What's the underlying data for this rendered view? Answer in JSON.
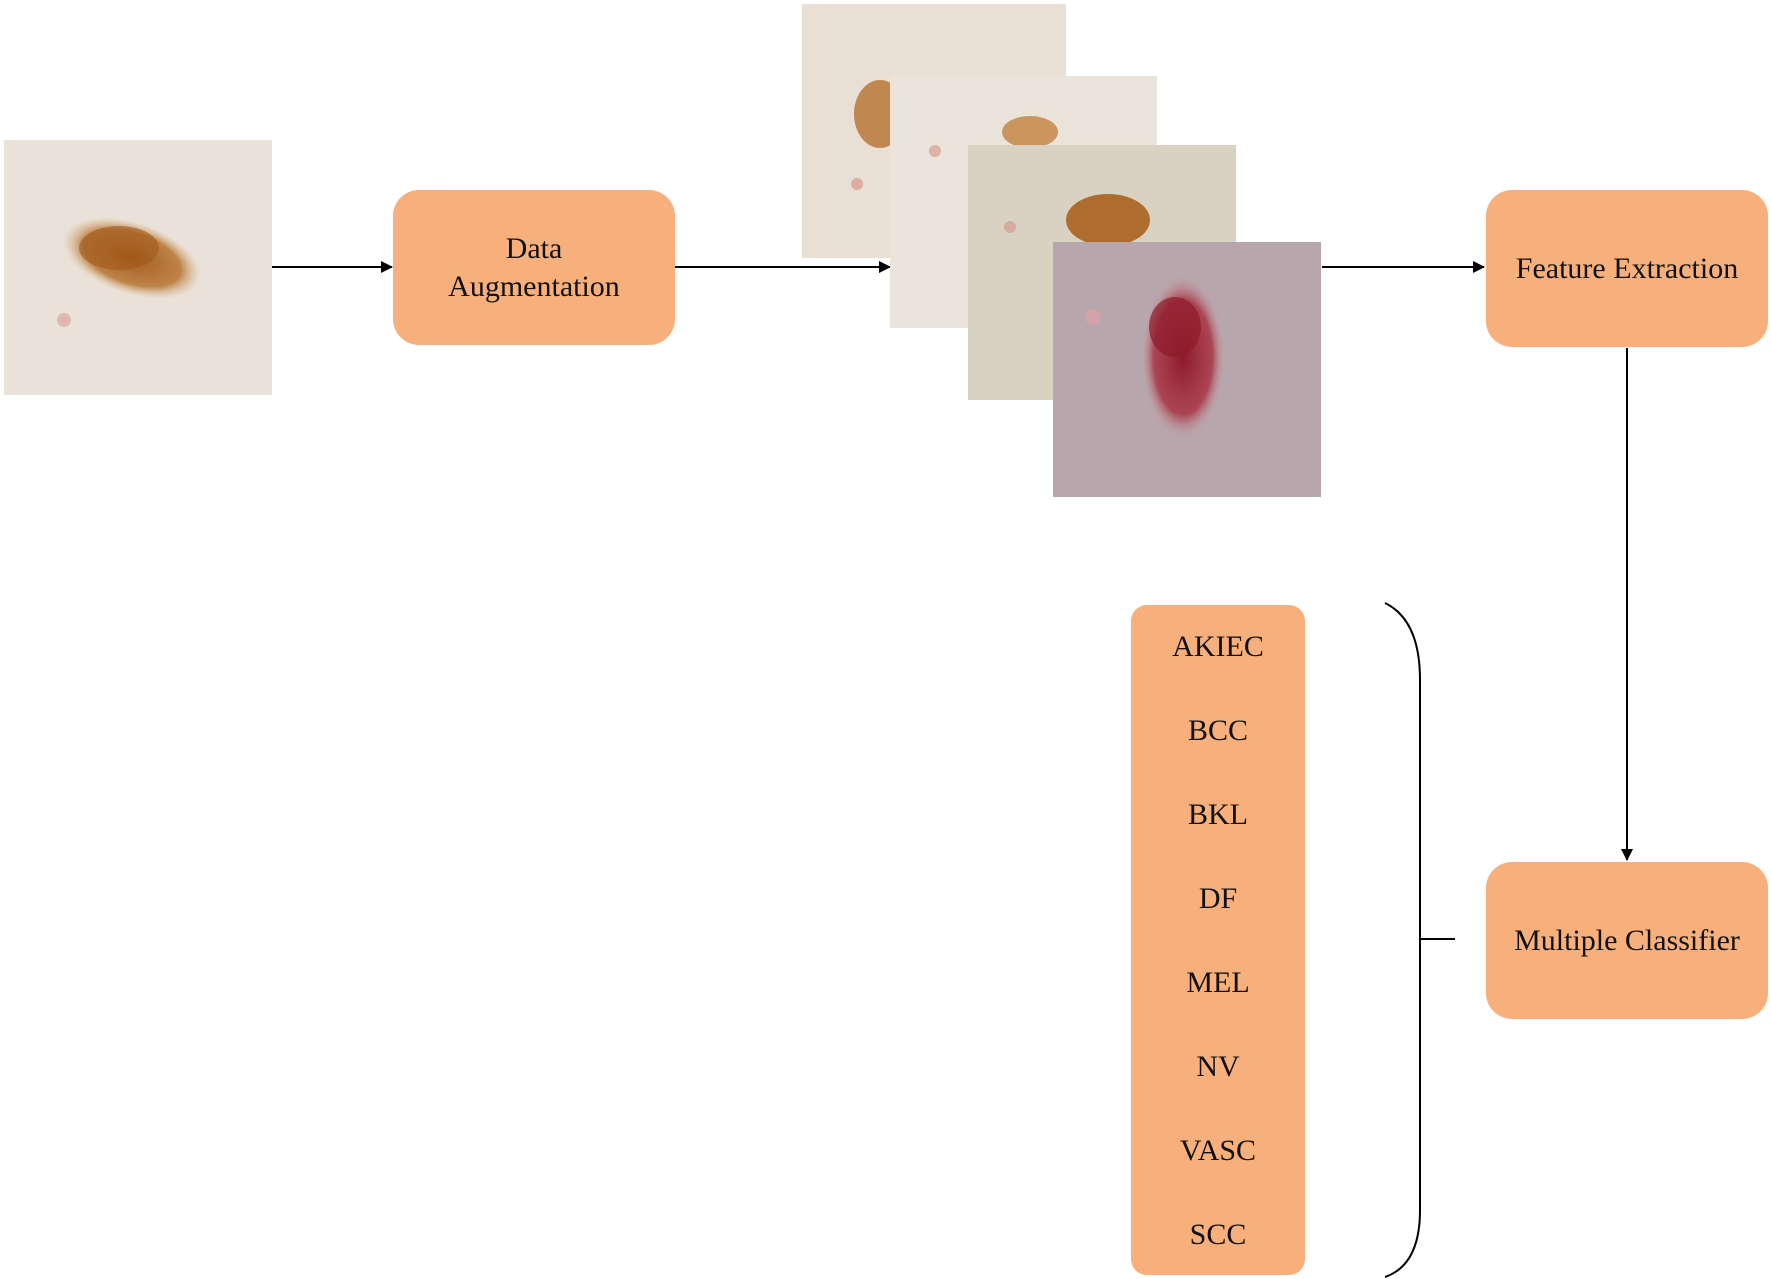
{
  "nodes": {
    "augmentation": {
      "line1": "Data",
      "line2": "Augmentation"
    },
    "feature_extraction": {
      "label": "Feature Extraction"
    },
    "multiple_classifier": {
      "label": "Multiple Classifier"
    }
  },
  "classes": [
    "AKIEC",
    "BCC",
    "BKL",
    "DF",
    "MEL",
    "NV",
    "VASC",
    "SCC"
  ],
  "colors": {
    "box_fill": "#f7b07b",
    "line": "#000000",
    "skin_light": "#e8ddd2",
    "lesion_brown": "#b06a22",
    "lesion_red": "#9c2430"
  },
  "icons": {
    "input_image": "skin-lesion-image",
    "augmented_stack": "augmented-skin-lesion-images"
  }
}
